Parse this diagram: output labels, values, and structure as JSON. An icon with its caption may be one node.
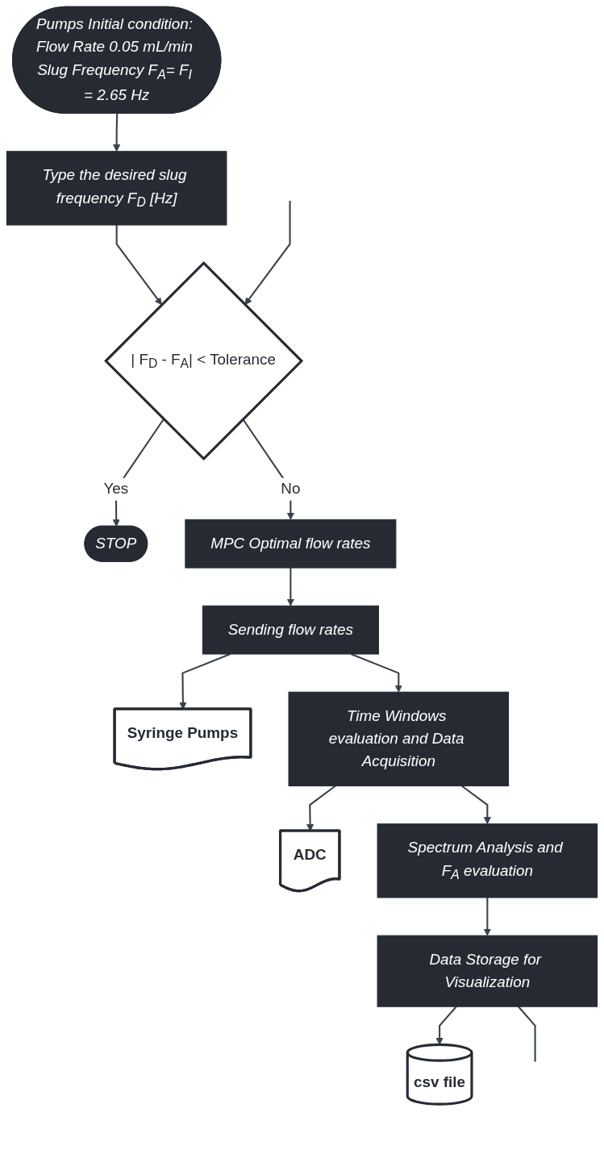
{
  "diagram": {
    "nodes": [
      {
        "text": [
          "Pumps Initial condition: Flow Rate 0.05 mL/min Slug Frequency F$_{A}$= F$_{I}$ = 2.65 Hz"
        ]
      },
      {
        "text": [
          "Type the desired slug frequency F$_{D}$ [Hz]"
        ]
      },
      {
        "text": [
          "| F$_{D}$ - F$_{A}$| < Tolerance"
        ]
      },
      {
        "text": [
          "STOP"
        ]
      },
      {
        "text": [
          "MPC Optimal flow rates"
        ]
      },
      {
        "text": [
          "Sending flow rates"
        ]
      },
      {
        "text": [
          "Syringe Pumps"
        ]
      },
      {
        "text": [
          "Time Windows evaluation and Data Acquisition"
        ]
      },
      {
        "text": [
          "ADC"
        ]
      },
      {
        "text": [
          "Spectrum Analysis and F$_{A}$ evaluation"
        ]
      },
      {
        "text": [
          "Data Storage for Visualization"
        ]
      },
      {
        "text": [
          "csv file"
        ]
      }
    ],
    "edges": [
      {
        "from": 0,
        "to": 1,
        "arrow": "to"
      },
      {
        "from": 1,
        "to": 2,
        "arrow": "to"
      },
      {
        "from": 2,
        "to": 3,
        "arrow": "to",
        "label": "Yes"
      },
      {
        "from": 2,
        "to": 4,
        "arrow": "to",
        "label": "No"
      },
      {
        "from": 4,
        "to": 5,
        "arrow": "to"
      },
      {
        "from": 5,
        "to": 6,
        "arrow": "to"
      },
      {
        "from": 5,
        "to": 7,
        "arrow": "to"
      },
      {
        "from": 7,
        "to": 8,
        "arrow": "to"
      },
      {
        "from": 7,
        "to": 9,
        "arrow": "to"
      },
      {
        "from": 9,
        "to": 10,
        "arrow": "to"
      },
      {
        "from": 10,
        "to": 11,
        "arrow": "to"
      },
      {
        "from": 10,
        "to": null,
        "arrow": "none"
      },
      {
        "from": null,
        "to": 2,
        "arrow": "to"
      }
    ]
  }
}
